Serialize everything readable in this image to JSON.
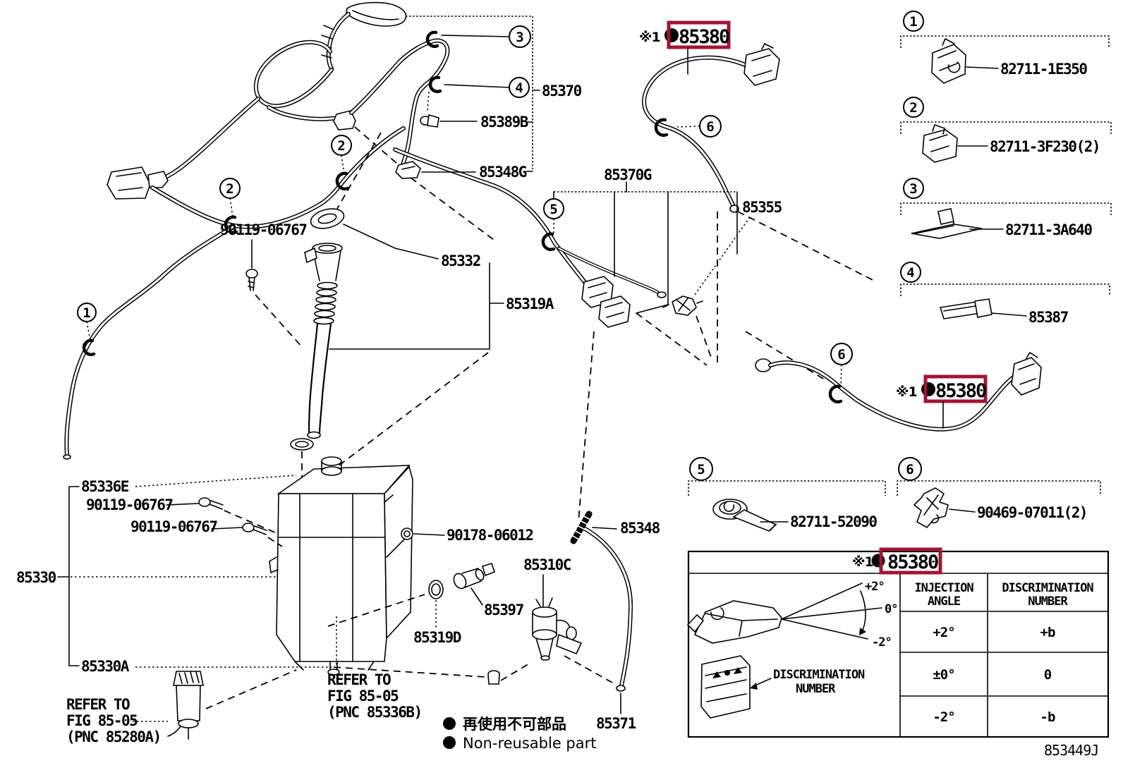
{
  "doc": {
    "figure_code": "853449J"
  },
  "highlight": {
    "prefix": "※1",
    "bullet": "●",
    "part": "85380",
    "box_color": "#a01535"
  },
  "callouts": {
    "c1": "1",
    "c2": "2",
    "c3": "3",
    "c4": "4",
    "c5": "5",
    "c6": "6"
  },
  "parts": {
    "p85370": "85370",
    "p85389B": "85389B",
    "p85348G": "85348G",
    "p85370G": "85370G",
    "p85355": "85355",
    "p90119": "90119-06767",
    "p85332": "85332",
    "p85319A": "85319A",
    "p85336E": "85336E",
    "p90178": "90178-06012",
    "p85330": "85330",
    "p85330A": "85330A",
    "p85310C": "85310C",
    "p85397": "85397",
    "p85319D": "85319D",
    "p85348": "85348",
    "p85371": "85371",
    "p82711_1E350": "82711-1E350",
    "p82711_3F230": "82711-3F230(2)",
    "p82711_3A640": "82711-3A640",
    "p85387": "85387",
    "p82711_52090": "82711-52090",
    "p90469_07011": "90469-07011(2)"
  },
  "refer_a": {
    "l1": "REFER TO",
    "l2": "FIG 85-05",
    "l3": "(PNC 85280A)"
  },
  "refer_b": {
    "l1": "REFER TO",
    "l2": "FIG 85-05",
    "l3": "(PNC 85336B)"
  },
  "legend": {
    "jp": "再使用不可部品",
    "en": "Non-reusable part"
  },
  "table": {
    "col1_l1": "INJECTION",
    "col1_l2": "ANGLE",
    "col2_l1": "DISCRIMINATION",
    "col2_l2": "NUMBER",
    "rows": [
      [
        "+2°",
        "+b"
      ],
      [
        "±0°",
        "0"
      ],
      [
        "-2°",
        "-b"
      ]
    ],
    "fan": {
      "plus": "+2°",
      "zero": "0°",
      "minus": "-2°"
    },
    "disc_l1": "DISCRIMINATION",
    "disc_l2": "NUMBER"
  }
}
